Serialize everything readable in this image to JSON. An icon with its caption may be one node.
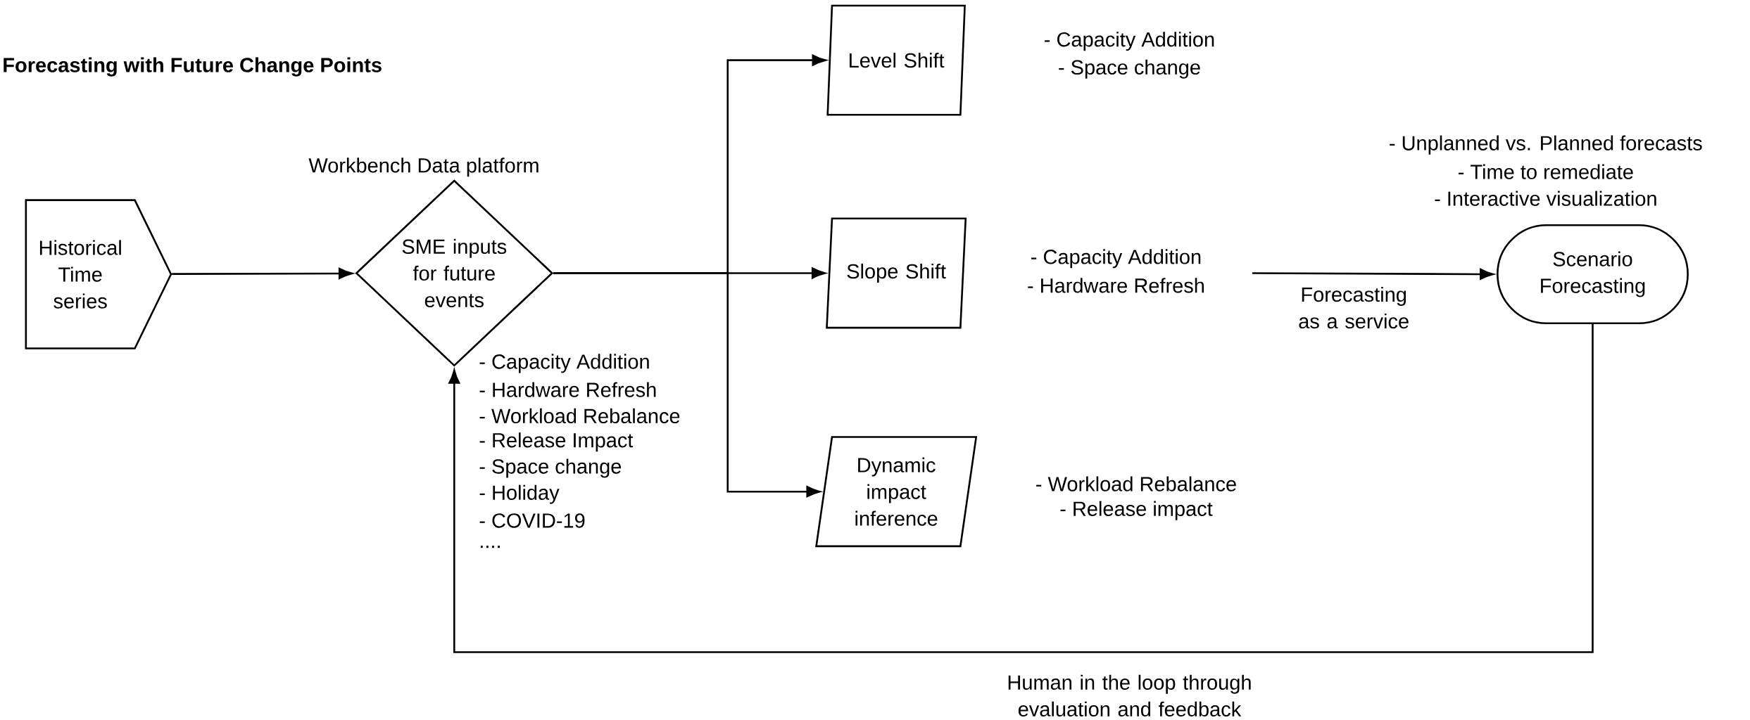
{
  "diagram": {
    "title": "Forecasting with Future Change Points",
    "nodes": [
      {
        "text": [
          "Historical Time series"
        ]
      },
      {
        "text": [
          "SME inputs for future events"
        ],
        "beside": [
          "Workbench Data platform",
          "- Capacity Addition",
          "- Hardware Refresh",
          "- Workload Rebalance",
          "- Release Impact",
          "- Space change",
          "- Holiday",
          "- COVID-19",
          "...."
        ]
      },
      {
        "text": [
          "Level Shift"
        ],
        "beside": [
          "- Capacity Addition",
          "- Space change"
        ]
      },
      {
        "text": [
          "Slope Shift"
        ],
        "beside": [
          "- Capacity Addition",
          "- Hardware Refresh"
        ]
      },
      {
        "text": [
          "Dynamic impact inference"
        ],
        "beside": [
          "- Workload Rebalance",
          "- Release impact"
        ]
      },
      {
        "text": [
          "Scenario Forecasting"
        ],
        "beside": [
          "- Unplanned vs. Planned forecasts",
          "- Time to remediate",
          "- Interactive visualization"
        ]
      }
    ],
    "edges": [
      {
        "from": 0,
        "to": 1,
        "arrow": "to"
      },
      {
        "from": 1,
        "to": 2,
        "arrow": "to"
      },
      {
        "from": 1,
        "to": 3,
        "arrow": "to"
      },
      {
        "from": 1,
        "to": 4,
        "arrow": "to"
      },
      {
        "from": null,
        "to": 5,
        "arrow": "to",
        "label": "Forecasting as a service"
      },
      {
        "from": 5,
        "to": 1,
        "arrow": "to",
        "label": "Human in the loop through evaluation and feedback"
      }
    ]
  }
}
